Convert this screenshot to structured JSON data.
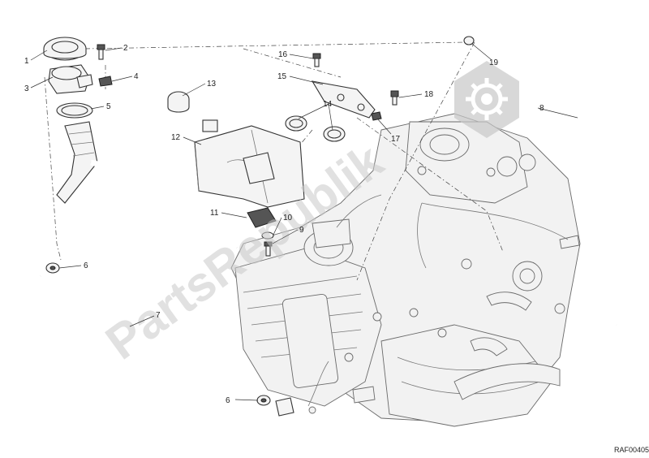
{
  "diagram": {
    "watermark_text": "PartsRepublik",
    "drawing_code": "RAF00405",
    "callouts": [
      {
        "id": "c1",
        "label": "1"
      },
      {
        "id": "c2",
        "label": "2"
      },
      {
        "id": "c3",
        "label": "3"
      },
      {
        "id": "c4",
        "label": "4"
      },
      {
        "id": "c5",
        "label": "5"
      },
      {
        "id": "c6a",
        "label": "6"
      },
      {
        "id": "c6b",
        "label": "6"
      },
      {
        "id": "c7",
        "label": "7"
      },
      {
        "id": "c8",
        "label": "8"
      },
      {
        "id": "c9",
        "label": "9"
      },
      {
        "id": "c10",
        "label": "10"
      },
      {
        "id": "c11",
        "label": "11"
      },
      {
        "id": "c12",
        "label": "12"
      },
      {
        "id": "c13",
        "label": "13"
      },
      {
        "id": "c14",
        "label": "14"
      },
      {
        "id": "c15",
        "label": "15"
      },
      {
        "id": "c16",
        "label": "16"
      },
      {
        "id": "c17",
        "label": "17"
      },
      {
        "id": "c18",
        "label": "18"
      },
      {
        "id": "c19",
        "label": "19"
      }
    ]
  },
  "colors": {
    "line": "#333333",
    "watermark": "#c8c8c8",
    "background": "#ffffff"
  }
}
